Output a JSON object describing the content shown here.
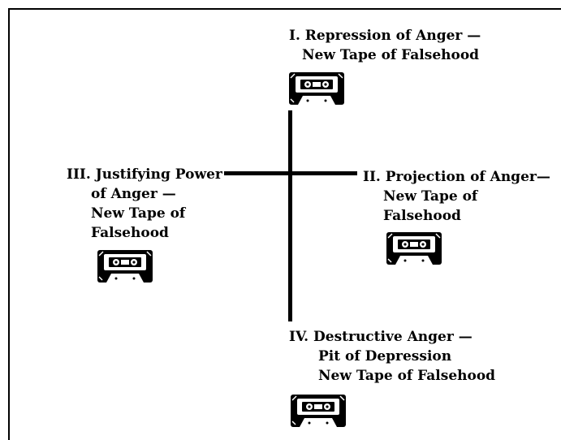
{
  "nodes": [
    {
      "id": "I",
      "lines": [
        "I. Repression of Anger —",
        "New Tape of Falsehood"
      ],
      "icon": "cassette-tape-icon"
    },
    {
      "id": "II",
      "lines": [
        "II. Projection of Anger—",
        "New Tape of",
        "Falsehood"
      ],
      "icon": "cassette-tape-icon"
    },
    {
      "id": "III",
      "lines": [
        "III. Justifying Power",
        "of Anger —",
        "New Tape of",
        "Falsehood"
      ],
      "icon": "cassette-tape-icon"
    },
    {
      "id": "IV",
      "lines": [
        "IV. Destructive Anger —",
        "Pit of Depression",
        "New Tape of Falsehood"
      ],
      "icon": "cassette-tape-icon"
    }
  ],
  "colors": {
    "ink": "#000000",
    "background": "#ffffff"
  }
}
